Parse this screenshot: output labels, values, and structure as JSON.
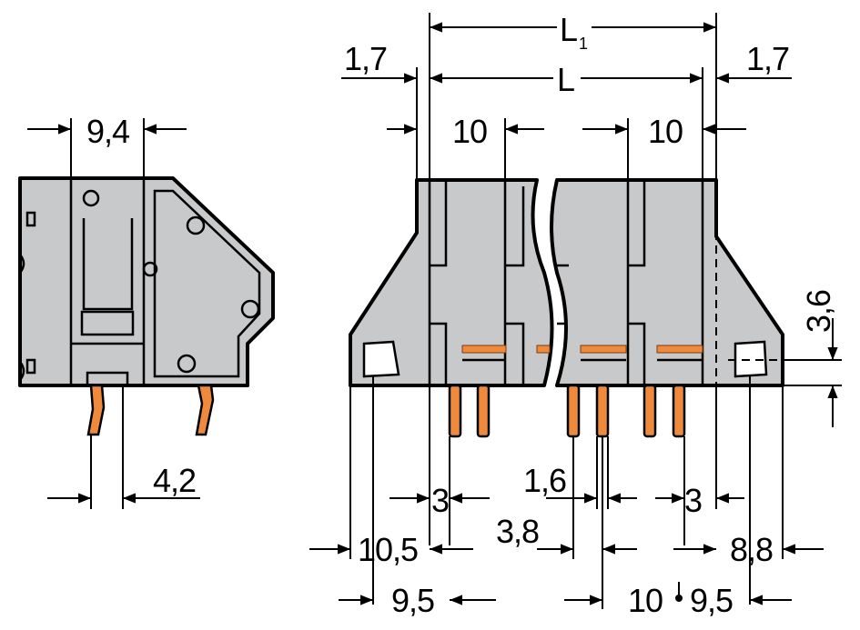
{
  "dimensions": {
    "side_width": "9,4",
    "side_pin_spacing": "4,2",
    "overhang_left": "1,7",
    "overhang_right": "1,7",
    "length_total": "L",
    "length_total_sub": "1",
    "length": "L",
    "pitch_left": "10",
    "pitch_right": "10",
    "height": "3,6",
    "gap_left": "3",
    "pin_width": "1,6",
    "gap_right": "3",
    "offset_left": "10,5",
    "offset_mid": "3,8",
    "offset_right": "8,8",
    "pitch_bottom_left": "9,5",
    "pitch_bottom_mid": "10",
    "pitch_bottom_right": "9,5"
  },
  "colors": {
    "housing": "#c8c9cb",
    "contact": "#ef8a3c",
    "outline": "#000000"
  }
}
